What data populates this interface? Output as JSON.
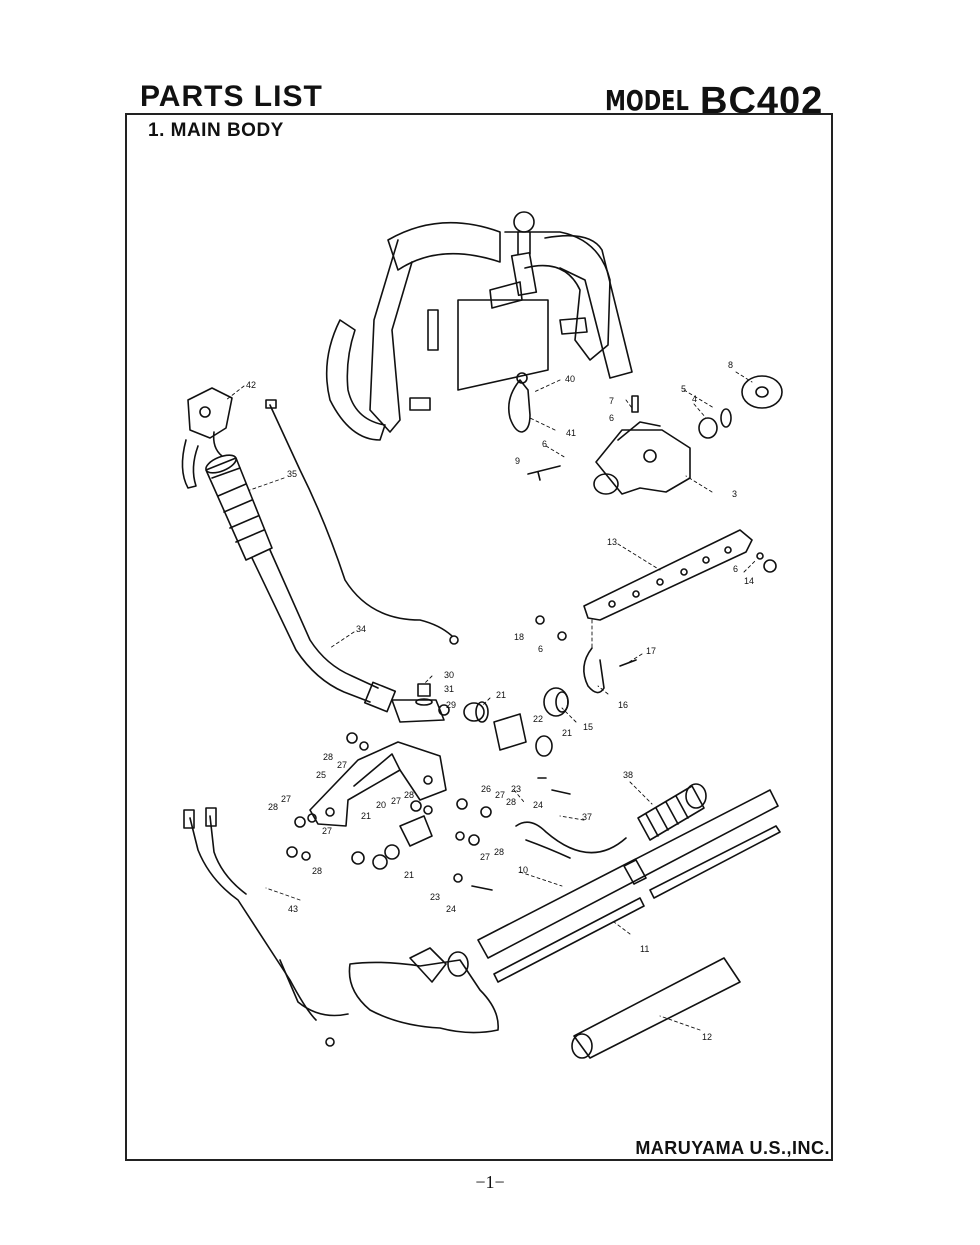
{
  "header": {
    "title": "PARTS LIST",
    "model_label": "MODEL",
    "model_code": "BC402"
  },
  "section_title": "1. MAIN BODY",
  "company": "MARUYAMA U.S.,INC.",
  "page_number": "−1−",
  "callouts": [
    {
      "id": "c42",
      "text": "42"
    },
    {
      "id": "c35",
      "text": "35"
    },
    {
      "id": "c34",
      "text": "34"
    },
    {
      "id": "c40",
      "text": "40"
    },
    {
      "id": "c41",
      "text": "41"
    },
    {
      "id": "c8",
      "text": "8"
    },
    {
      "id": "c5",
      "text": "5"
    },
    {
      "id": "c7",
      "text": "7"
    },
    {
      "id": "c6a",
      "text": "6"
    },
    {
      "id": "c4",
      "text": "4"
    },
    {
      "id": "c6b",
      "text": "6"
    },
    {
      "id": "c9",
      "text": "9"
    },
    {
      "id": "c3",
      "text": "3"
    },
    {
      "id": "c13",
      "text": "13"
    },
    {
      "id": "c6c",
      "text": "6"
    },
    {
      "id": "c14",
      "text": "14"
    },
    {
      "id": "c18",
      "text": "18"
    },
    {
      "id": "c6d",
      "text": "6"
    },
    {
      "id": "c17",
      "text": "17"
    },
    {
      "id": "c16",
      "text": "16"
    },
    {
      "id": "c30",
      "text": "30"
    },
    {
      "id": "c31",
      "text": "31"
    },
    {
      "id": "c29",
      "text": "29"
    },
    {
      "id": "c21a",
      "text": "21"
    },
    {
      "id": "c22",
      "text": "22"
    },
    {
      "id": "c15",
      "text": "15"
    },
    {
      "id": "c21b",
      "text": "21"
    },
    {
      "id": "c28a",
      "text": "28"
    },
    {
      "id": "c27a",
      "text": "27"
    },
    {
      "id": "c25",
      "text": "25"
    },
    {
      "id": "c26",
      "text": "26"
    },
    {
      "id": "c27b",
      "text": "27"
    },
    {
      "id": "c23a",
      "text": "23"
    },
    {
      "id": "c28b",
      "text": "28"
    },
    {
      "id": "c24a",
      "text": "24"
    },
    {
      "id": "c38",
      "text": "38"
    },
    {
      "id": "c37",
      "text": "37"
    },
    {
      "id": "c28c",
      "text": "28"
    },
    {
      "id": "c27c",
      "text": "27"
    },
    {
      "id": "c20",
      "text": "20"
    },
    {
      "id": "c27d",
      "text": "27"
    },
    {
      "id": "c28d",
      "text": "28"
    },
    {
      "id": "c21c",
      "text": "21"
    },
    {
      "id": "c27e",
      "text": "27"
    },
    {
      "id": "c28e",
      "text": "28"
    },
    {
      "id": "c27f",
      "text": "27"
    },
    {
      "id": "c28f",
      "text": "28"
    },
    {
      "id": "c21d",
      "text": "21"
    },
    {
      "id": "c10",
      "text": "10"
    },
    {
      "id": "c23b",
      "text": "23"
    },
    {
      "id": "c24b",
      "text": "24"
    },
    {
      "id": "c43",
      "text": "43"
    },
    {
      "id": "c11",
      "text": "11"
    },
    {
      "id": "c12",
      "text": "12"
    }
  ]
}
